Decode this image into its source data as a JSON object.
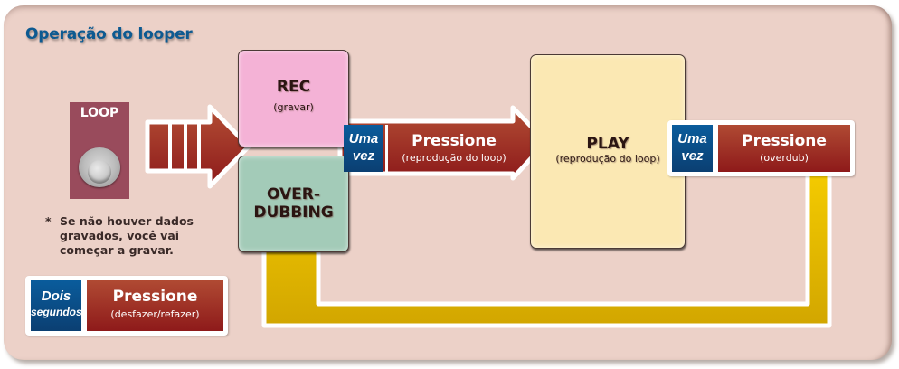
{
  "title": "Operação do looper",
  "pedal": {
    "label": "LOOP"
  },
  "note": {
    "marker": "*",
    "lines": [
      "Se não houver dados",
      "gravados, você vai",
      "começar a gravar."
    ]
  },
  "states": {
    "rec": {
      "main": "REC",
      "sub": "(gravar)"
    },
    "overdubbing": {
      "line1": "OVER-",
      "line2": "DUBBING"
    },
    "play": {
      "main": "PLAY",
      "sub": "(reprodução do loop)"
    }
  },
  "actions": {
    "to_play": {
      "count_line1": "Uma",
      "count_line2": "vez",
      "main": "Pressione",
      "sub": "(reprodução do loop)"
    },
    "to_overdub": {
      "count_line1": "Uma",
      "count_line2": "vez",
      "main": "Pressione",
      "sub": "(overdub)"
    },
    "undo_redo": {
      "count_line1": "Dois",
      "count_line2": "segundos",
      "main": "Pressione",
      "sub": "(desfazer/refazer)"
    }
  },
  "colors": {
    "panel": "#ecd1c8",
    "title": "#0d5a91",
    "action_red": "#9e2a22",
    "count_blue": "#0b4e88",
    "loop_arrow": "#f2c600",
    "rec": "#f4b2d6",
    "overdub": "#a3cbb8",
    "play": "#fbe8b3"
  }
}
